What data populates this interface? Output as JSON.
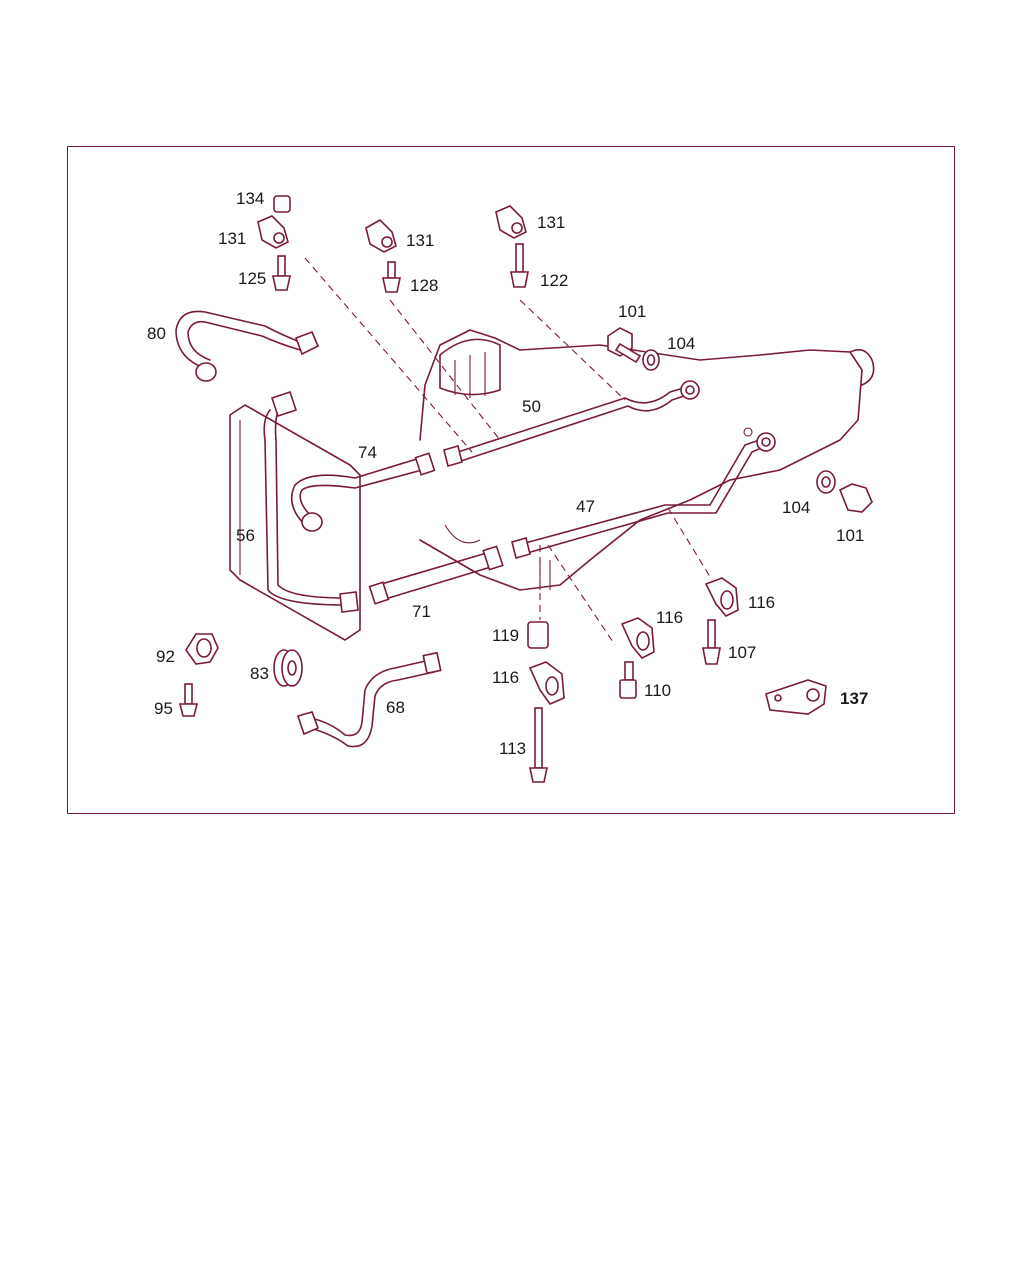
{
  "labels": {
    "l134": "134",
    "l131a": "131",
    "l125": "125",
    "l131b": "131",
    "l128": "128",
    "l131c": "131",
    "l122": "122",
    "l101a": "101",
    "l104a": "104",
    "l80": "80",
    "l50": "50",
    "l74": "74",
    "l56": "56",
    "l47": "47",
    "l104b": "104",
    "l101b": "101",
    "l71": "71",
    "l116a": "116",
    "l116b": "116",
    "l119": "119",
    "l107": "107",
    "l92": "92",
    "l83": "83",
    "l116c": "116",
    "l110": "110",
    "l95": "95",
    "l68": "68",
    "l137": "137",
    "l113": "113"
  },
  "colors": {
    "line": "#7a1a3a",
    "text": "#1a1a1a"
  }
}
